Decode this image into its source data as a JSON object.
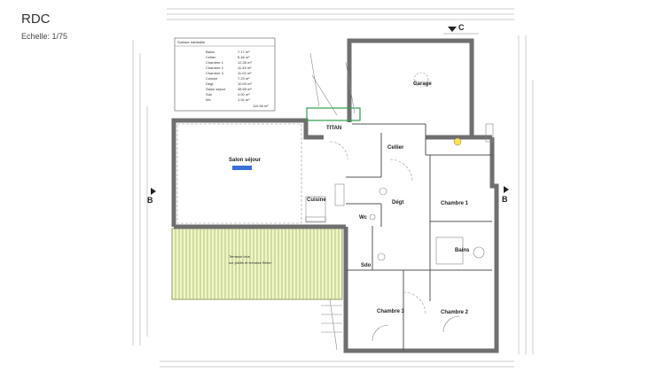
{
  "title": "RDC",
  "scale": "Echelle: 1/75",
  "surface_table": {
    "header": "Surface habitable",
    "rows": [
      {
        "name": "Bains",
        "value": "7.17 m²"
      },
      {
        "name": "Cellier",
        "value": "5.46 m²"
      },
      {
        "name": "Chambre 1",
        "value": "12.35 m²"
      },
      {
        "name": "Chambre 2",
        "value": "11.45 m²"
      },
      {
        "name": "Chambre 3",
        "value": "11.02 m²"
      },
      {
        "name": "Cuisine",
        "value": "7.23 m²"
      },
      {
        "name": "Dégt",
        "value": "10.00 m²"
      },
      {
        "name": "Salon séjour",
        "value": "38.65 m²"
      },
      {
        "name": "Sdo",
        "value": "4.00 m²"
      },
      {
        "name": "Wc",
        "value": "1.92 m²"
      }
    ],
    "total": "110.56 m²"
  },
  "rooms": {
    "salon": "Salon séjour",
    "garage": "Garage",
    "cellier": "Cellier",
    "cuisine": "Cuisine",
    "wc": "Wc",
    "degt": "Dégt",
    "chambre1": "Chambre 1",
    "chambre2": "Chambre 2",
    "chambre3": "Chambre 3",
    "bains": "Bains",
    "sdo": "Sdo",
    "titan": "TITAN"
  },
  "terrace": {
    "line1": "Terrasse bois",
    "line2": "sur pilotis et terrasse Béton"
  },
  "section_marks": {
    "b_left": "B",
    "b_right": "B",
    "c_top": "C"
  }
}
